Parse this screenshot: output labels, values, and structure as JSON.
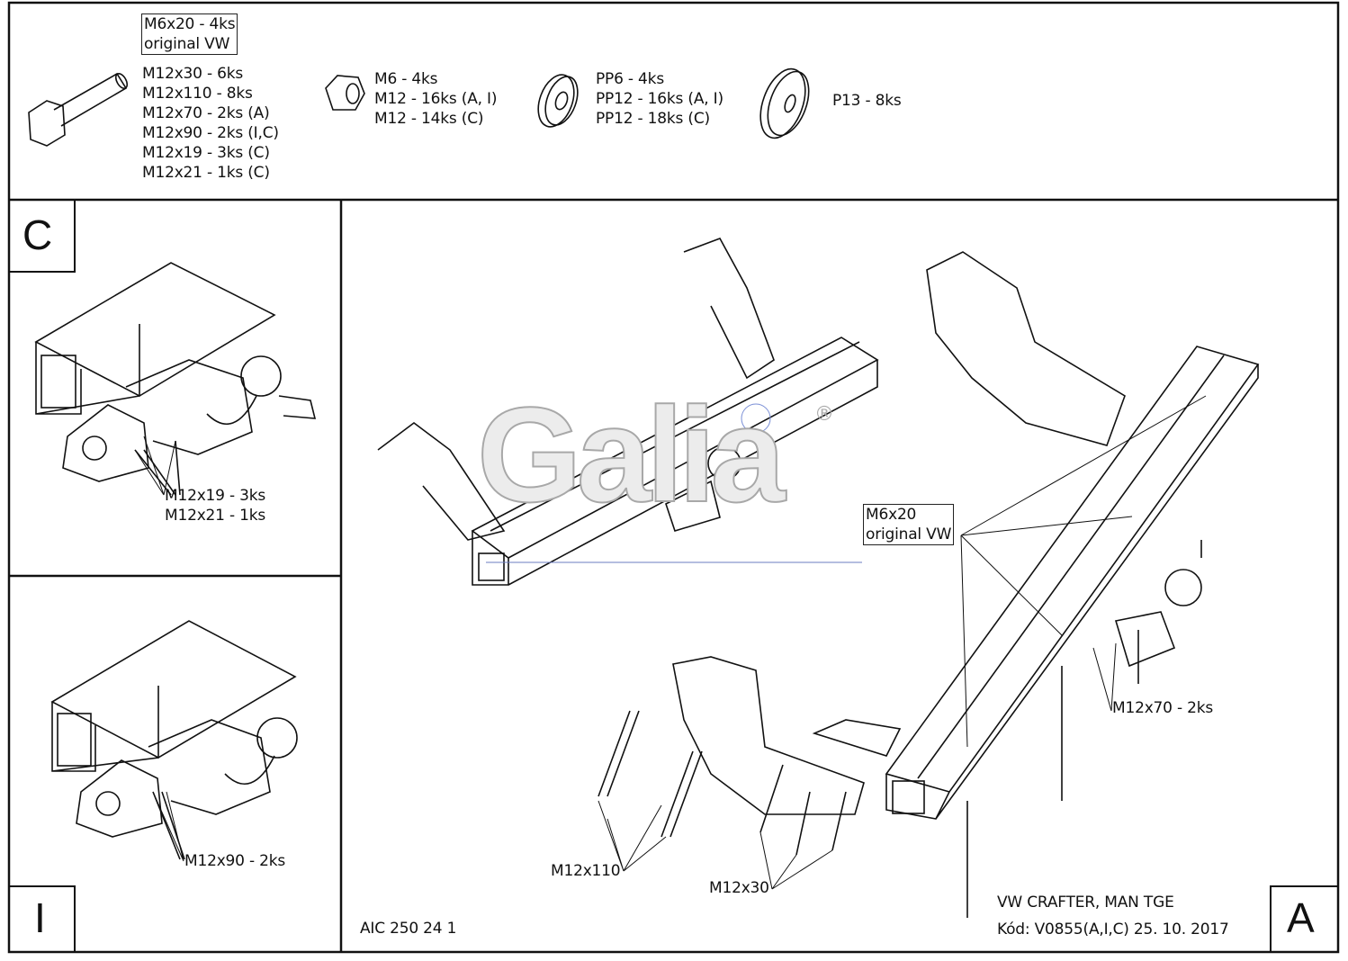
{
  "parts": {
    "bolt_original": [
      "M6x20 - 4ks",
      "original VW"
    ],
    "bolts": [
      "M12x30 - 6ks",
      "M12x110 - 8ks",
      "M12x70 - 2ks (A)",
      "M12x90 - 2ks (I,C)",
      "M12x19 - 3ks (C)",
      "M12x21 - 1ks (C)"
    ],
    "nuts": [
      "M6 - 4ks",
      "M12 - 16ks (A, I)",
      "M12 - 14ks (C)"
    ],
    "washers": [
      "PP6 - 4ks",
      "PP12 - 16ks (A, I)",
      "PP12 - 18ks (C)"
    ],
    "large_washers": [
      "P13 - 8ks"
    ]
  },
  "panel_c": {
    "label": "C",
    "callouts": [
      "M12x19 - 3ks",
      "M12x21 - 1ks"
    ]
  },
  "panel_i": {
    "label": "I",
    "callouts": [
      "M12x90 - 2ks"
    ]
  },
  "panel_a": {
    "label": "A",
    "callout_original": [
      "M6x20",
      "original VW"
    ],
    "callout_m12x70": "M12x70 - 2ks",
    "callout_m12x110": "M12x110",
    "callout_m12x30": "M12x30",
    "drawing_code": "AIC 250 24 1",
    "vehicle": "VW CRAFTER, MAN TGE",
    "code_line": "Kód: V0855(A,I,C)  25. 10. 2017"
  },
  "watermark": {
    "brand": "Galia",
    "registered": "®"
  }
}
